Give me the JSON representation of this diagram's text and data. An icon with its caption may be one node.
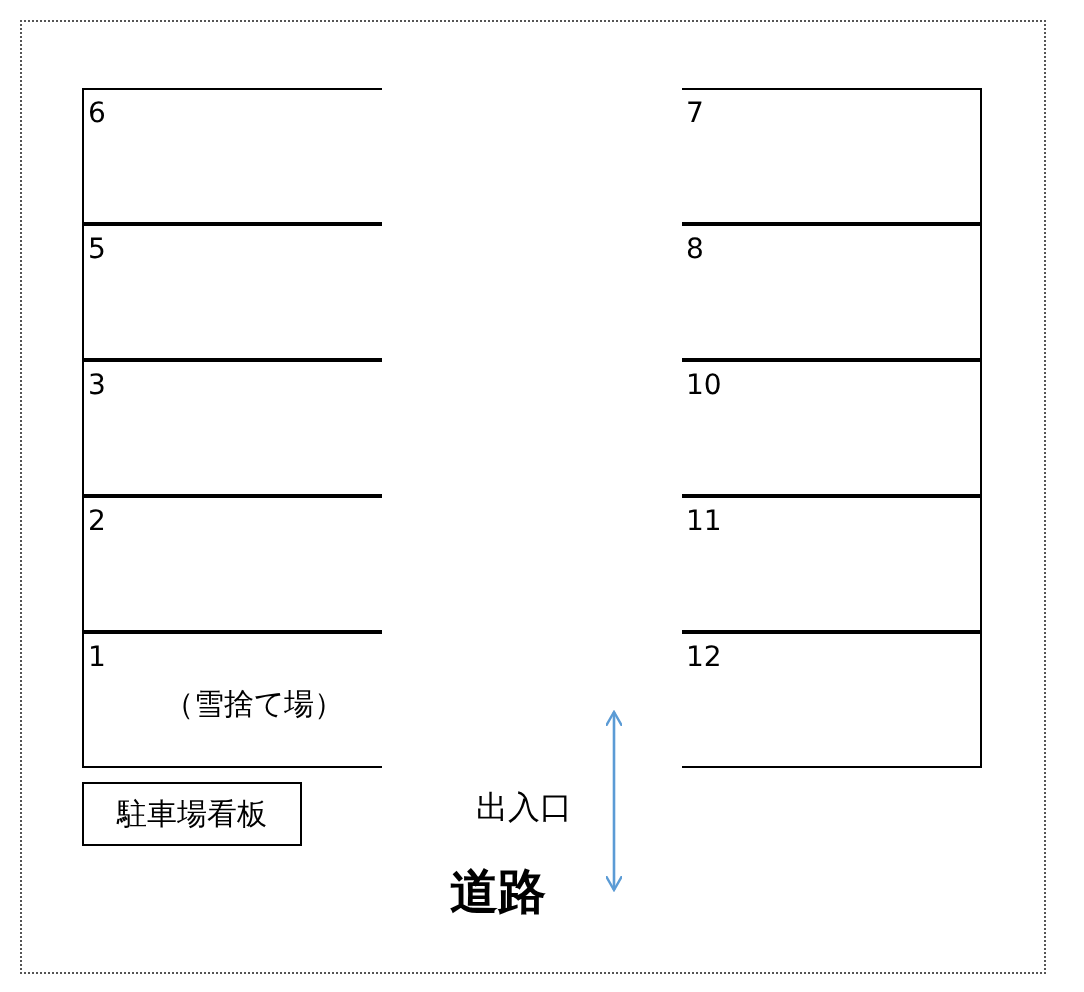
{
  "diagram": {
    "nodes": [
      {
        "text": [
          "6"
        ]
      },
      {
        "text": [
          "7"
        ]
      },
      {
        "text": [
          "5"
        ]
      },
      {
        "text": [
          "8"
        ]
      },
      {
        "text": [
          "3"
        ]
      },
      {
        "text": [
          "10"
        ]
      },
      {
        "text": [
          "2"
        ]
      },
      {
        "text": [
          "11"
        ]
      },
      {
        "text": [
          "1",
          "（雪捨て場）"
        ]
      },
      {
        "text": [
          "12"
        ]
      },
      {
        "text": [
          "駐車場看板"
        ]
      }
    ],
    "labels": [
      "出入口",
      "道路"
    ]
  }
}
